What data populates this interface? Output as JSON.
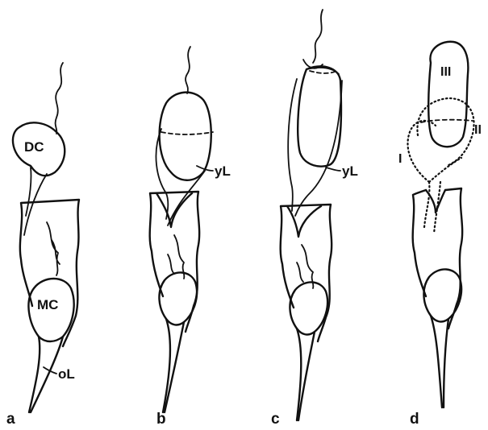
{
  "panels": [
    {
      "id": "a",
      "label": "a",
      "parts": {
        "distal_cell": "DC",
        "mother_cell": "MC",
        "old_lamella": "oL"
      }
    },
    {
      "id": "b",
      "label": "b",
      "parts": {
        "young_lamella": "yL"
      }
    },
    {
      "id": "c",
      "label": "c",
      "parts": {
        "young_lamella": "yL"
      }
    },
    {
      "id": "d",
      "label": "d",
      "stages": [
        "I",
        "II",
        "III"
      ]
    }
  ]
}
